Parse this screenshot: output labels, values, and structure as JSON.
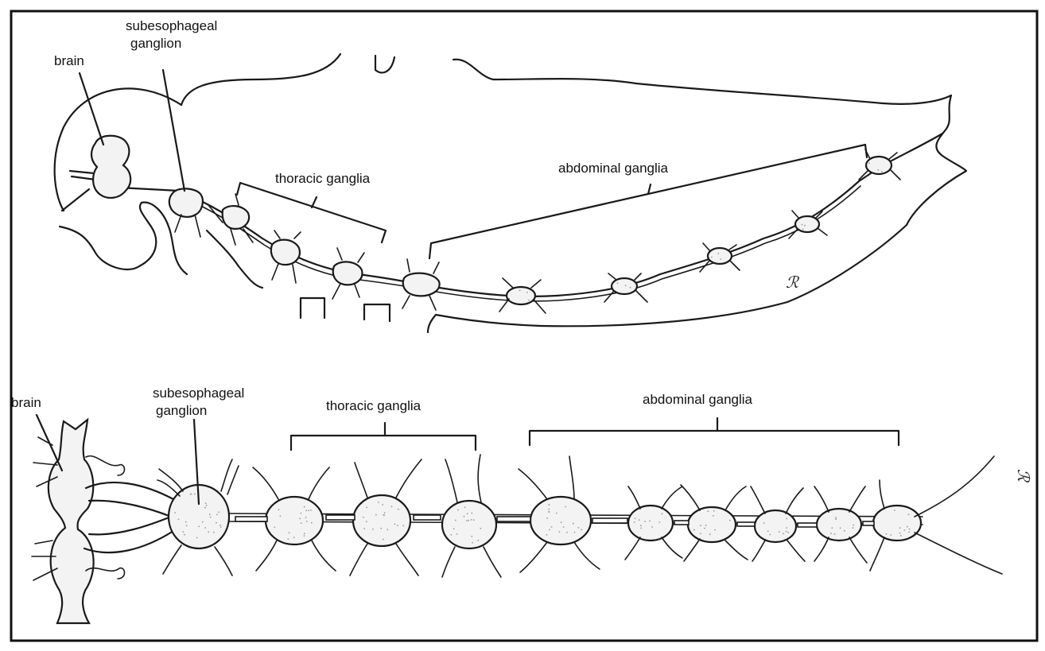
{
  "side_view": {
    "brain": "brain",
    "subesophageal_line1": "subesophageal",
    "subesophageal_line2": "ganglion",
    "thoracic": "thoracic ganglia",
    "abdominal": "abdominal ganglia"
  },
  "dorsal_view": {
    "brain": "brain",
    "subesophageal_line1": "subesophageal",
    "subesophageal_line2": "ganglion",
    "thoracic": "thoracic ganglia",
    "abdominal": "abdominal ganglia"
  }
}
